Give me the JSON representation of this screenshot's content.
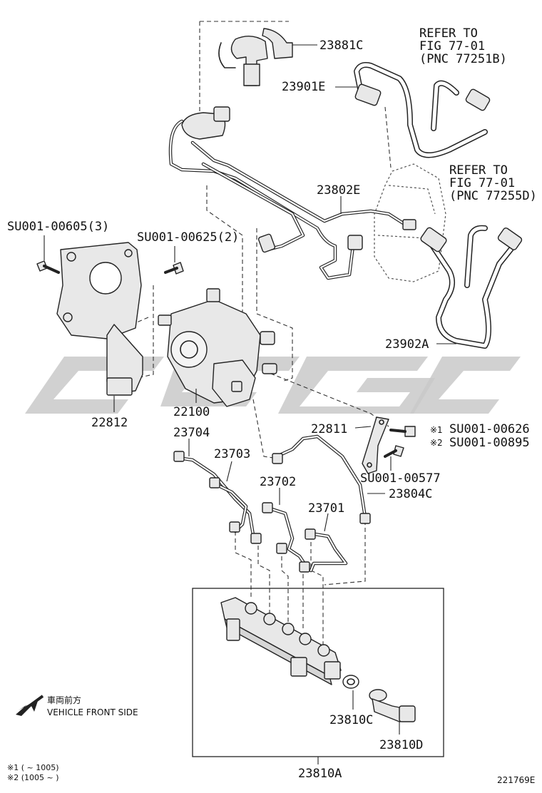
{
  "labels": {
    "p23881C": "23881C",
    "p23901E": "23901E",
    "p23802E": "23802E",
    "p23902A": "23902A",
    "p22812": "22812",
    "p22100": "22100",
    "p23704": "23704",
    "p23703": "23703",
    "p23702": "23702",
    "p23701": "23701",
    "p22811": "22811",
    "p23804C": "23804C",
    "p23810A": "23810A",
    "p23810C": "23810C",
    "p23810D": "23810D",
    "su605": "SU001-00605(3)",
    "su625": "SU001-00625(2)",
    "su577": "SU001-00577",
    "su626": "SU001-00626",
    "su895": "SU001-00895",
    "mark1": "※1",
    "mark2": "※2"
  },
  "references": {
    "ref1_line1": "REFER TO",
    "ref1_line2": "FIG 77-01",
    "ref1_line3": "(PNC 77251B)",
    "ref2_line1": "REFER TO",
    "ref2_line2": "FIG 77-01",
    "ref2_line3": "(PNC 77255D)"
  },
  "front_note": {
    "jp": "車両前方",
    "en": "VEHICLE FRONT SIDE"
  },
  "footnotes": {
    "n1": "※1 (       ~ 1005)",
    "n2": "※2 (1005 ~        )"
  },
  "figure_code": "221769E"
}
